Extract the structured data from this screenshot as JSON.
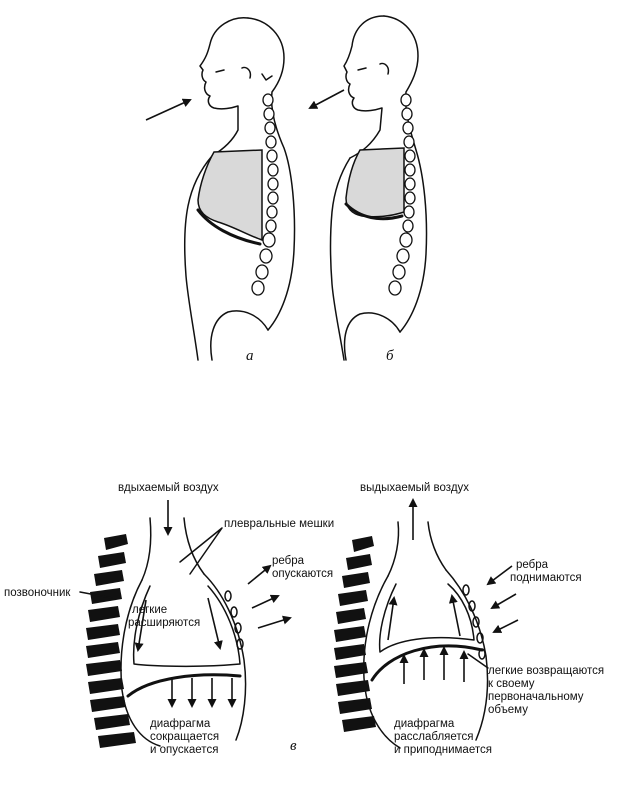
{
  "panels": {
    "a": "а",
    "b": "б",
    "v": "в"
  },
  "labels": {
    "inhaled_air": "вдыхаемый воздух",
    "pleural_sacs": "плевральные мешки",
    "ribs_lower_1": "ребра",
    "ribs_lower_2": "опускаются",
    "spine": "позвоночник",
    "lungs_expand_1": "легкие",
    "lungs_expand_2": "расширяются",
    "diaphragm_contracts_1": "диафрагма",
    "diaphragm_contracts_2": "сокращается",
    "diaphragm_contracts_3": "и опускается",
    "exhaled_air": "выдыхаемый воздух",
    "ribs_raise_1": "ребра",
    "ribs_raise_2": "поднимаются",
    "lungs_return_1": "легкие возвращаются",
    "lungs_return_2": "к своему",
    "lungs_return_3": "первоначальному",
    "lungs_return_4": "объему",
    "diaphragm_relaxes_1": "диафрагма",
    "diaphragm_relaxes_2": "расслабляется",
    "diaphragm_relaxes_3": "и приподнимается"
  }
}
